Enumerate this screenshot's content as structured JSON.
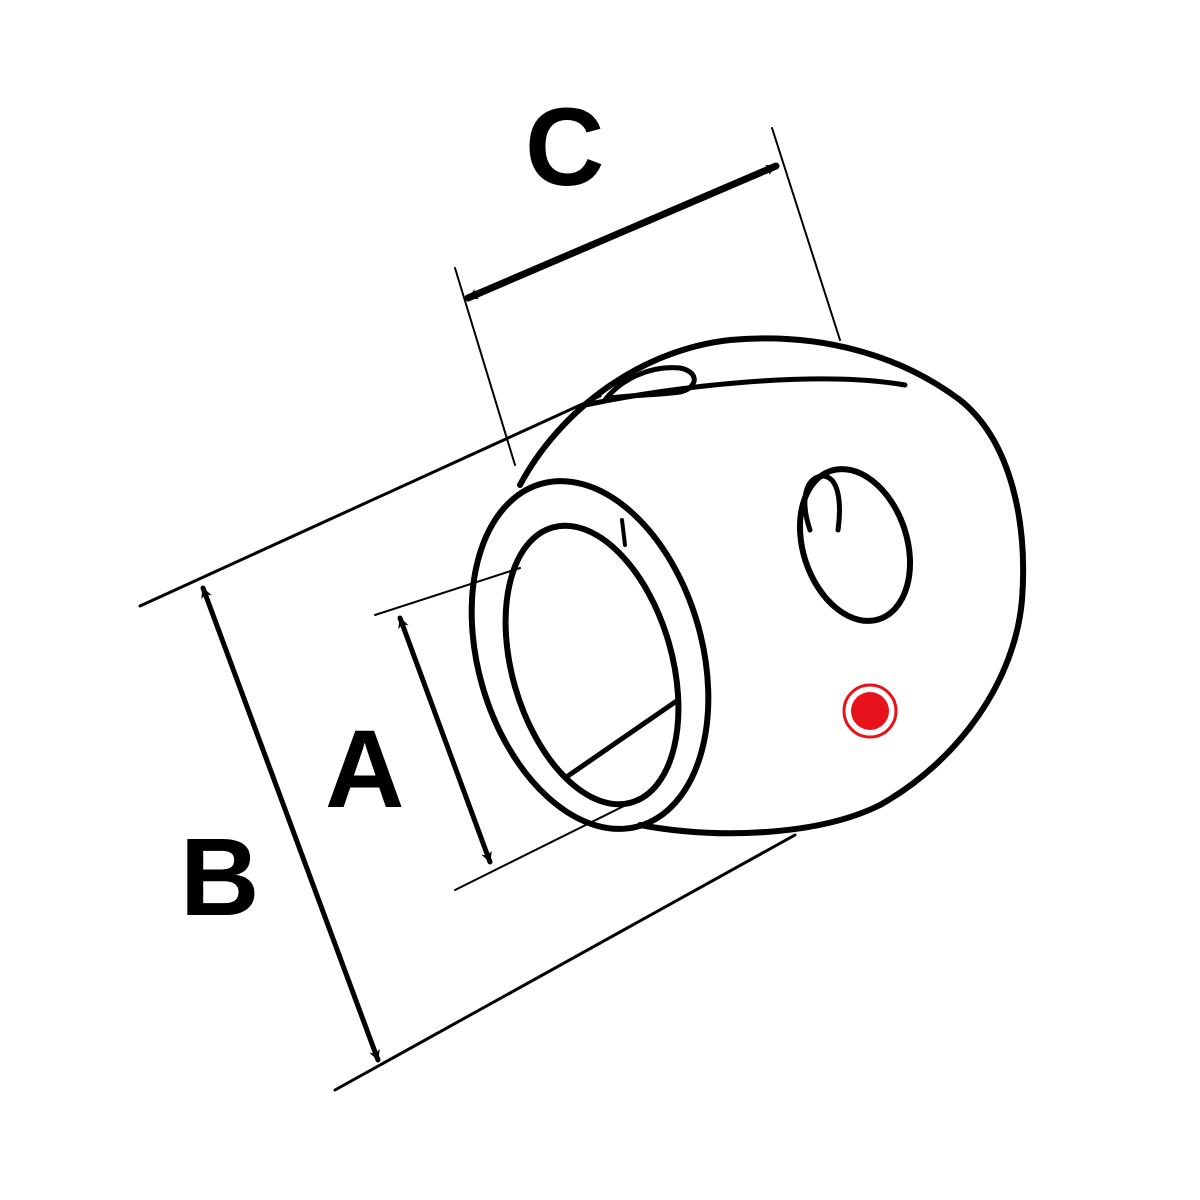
{
  "labels": {
    "a": "A",
    "b": "B",
    "c": "C"
  },
  "colors": {
    "line": "#000000",
    "marker": "#e8121b"
  }
}
